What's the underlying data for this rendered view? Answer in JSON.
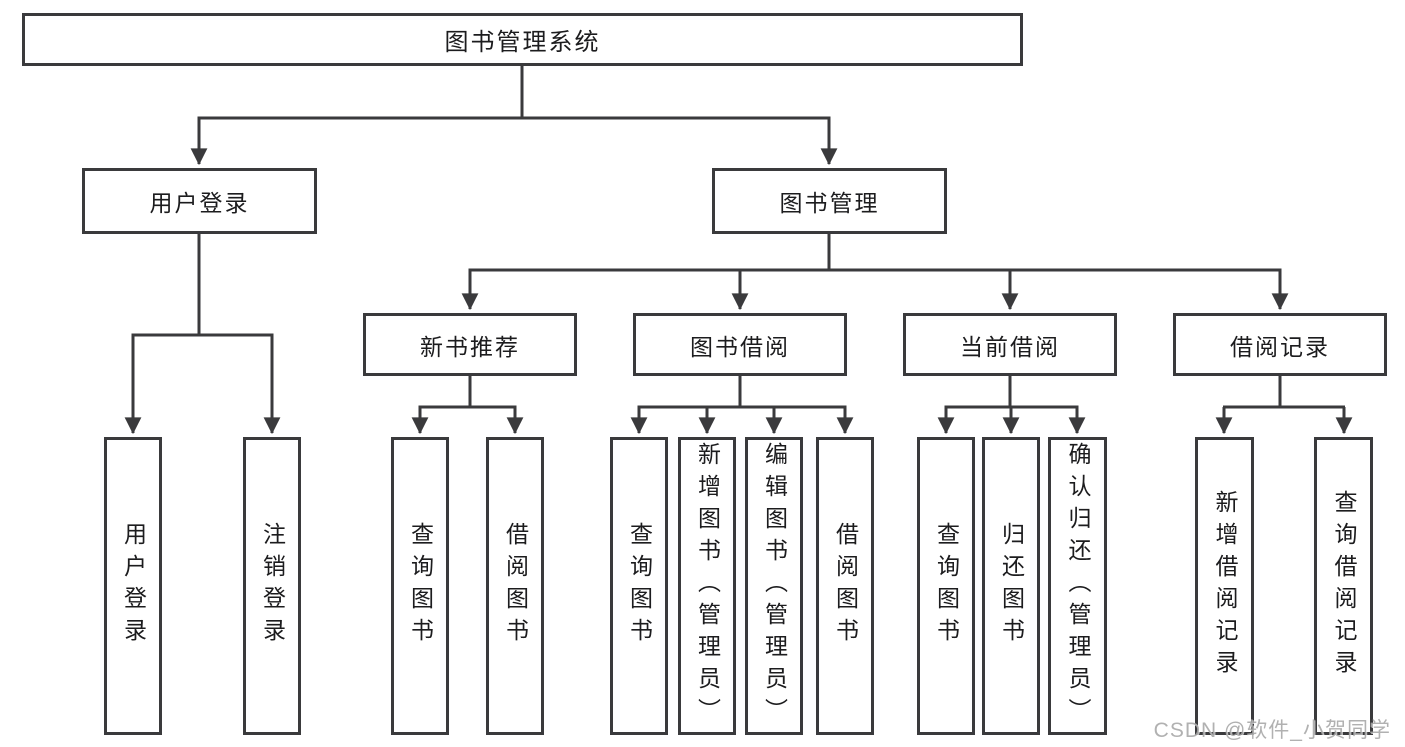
{
  "tree": {
    "root": {
      "label": "图书管理系统"
    },
    "user_login": {
      "label": "用户登录",
      "children": [
        {
          "label": "用户登录"
        },
        {
          "label": "注销登录"
        }
      ]
    },
    "book_mgmt": {
      "label": "图书管理",
      "sections": [
        {
          "label": "新书推荐",
          "children": [
            {
              "label": "查询图书"
            },
            {
              "label": "借阅图书"
            }
          ]
        },
        {
          "label": "图书借阅",
          "children": [
            {
              "label": "查询图书"
            },
            {
              "label": "新增图书（管理员）"
            },
            {
              "label": "编辑图书（管理员）"
            },
            {
              "label": "借阅图书"
            }
          ]
        },
        {
          "label": "当前借阅",
          "children": [
            {
              "label": "查询图书"
            },
            {
              "label": "归还图书"
            },
            {
              "label": "确认归还（管理员）"
            }
          ]
        },
        {
          "label": "借阅记录",
          "children": [
            {
              "label": "新增借阅记录"
            },
            {
              "label": "查询借阅记录"
            }
          ]
        }
      ]
    }
  },
  "watermark": {
    "text": "CSDN @软件_小贺同学"
  },
  "colors": {
    "line": "#3a3a3c",
    "text": "#1c1c1e",
    "background": "#ffffff",
    "watermark": "#a6a6a6"
  }
}
